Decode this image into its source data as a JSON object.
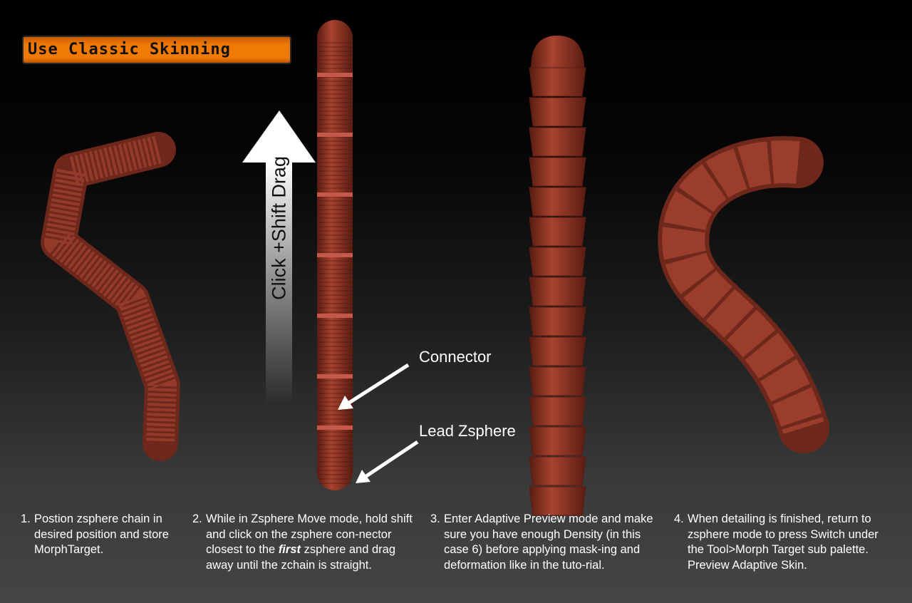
{
  "button": {
    "label": "Use Classic Skinning"
  },
  "annotations": {
    "drag_hint": "Click +Shift Drag",
    "connector": "Connector",
    "lead_zsphere": "Lead Zsphere"
  },
  "steps": [
    {
      "number": "1.",
      "text_before": "Postion zsphere chain in desired position and store MorphTarget.",
      "emphasis": "",
      "text_after": ""
    },
    {
      "number": "2.",
      "text_before": "While in Zsphere Move mode, hold shift and click on the zsphere con-nector closest to the ",
      "emphasis": "first",
      "text_after": " zsphere and drag away until the zchain is straight."
    },
    {
      "number": "3.",
      "text_before": "Enter Adaptive Preview mode and make sure you have enough Density (in this case 6) before applying mask-ing and deformation like in the tuto-rial.",
      "emphasis": "",
      "text_after": ""
    },
    {
      "number": "4.",
      "text_before": "When detailing is finished, return to zsphere mode to press Switch under the Tool>Morph Target sub palette.  Preview Adaptive Skin.",
      "emphasis": "",
      "text_after": ""
    }
  ],
  "colors": {
    "accent": "#f07a05",
    "worm": "#8a3325",
    "worm_dark": "#5e1f16"
  }
}
